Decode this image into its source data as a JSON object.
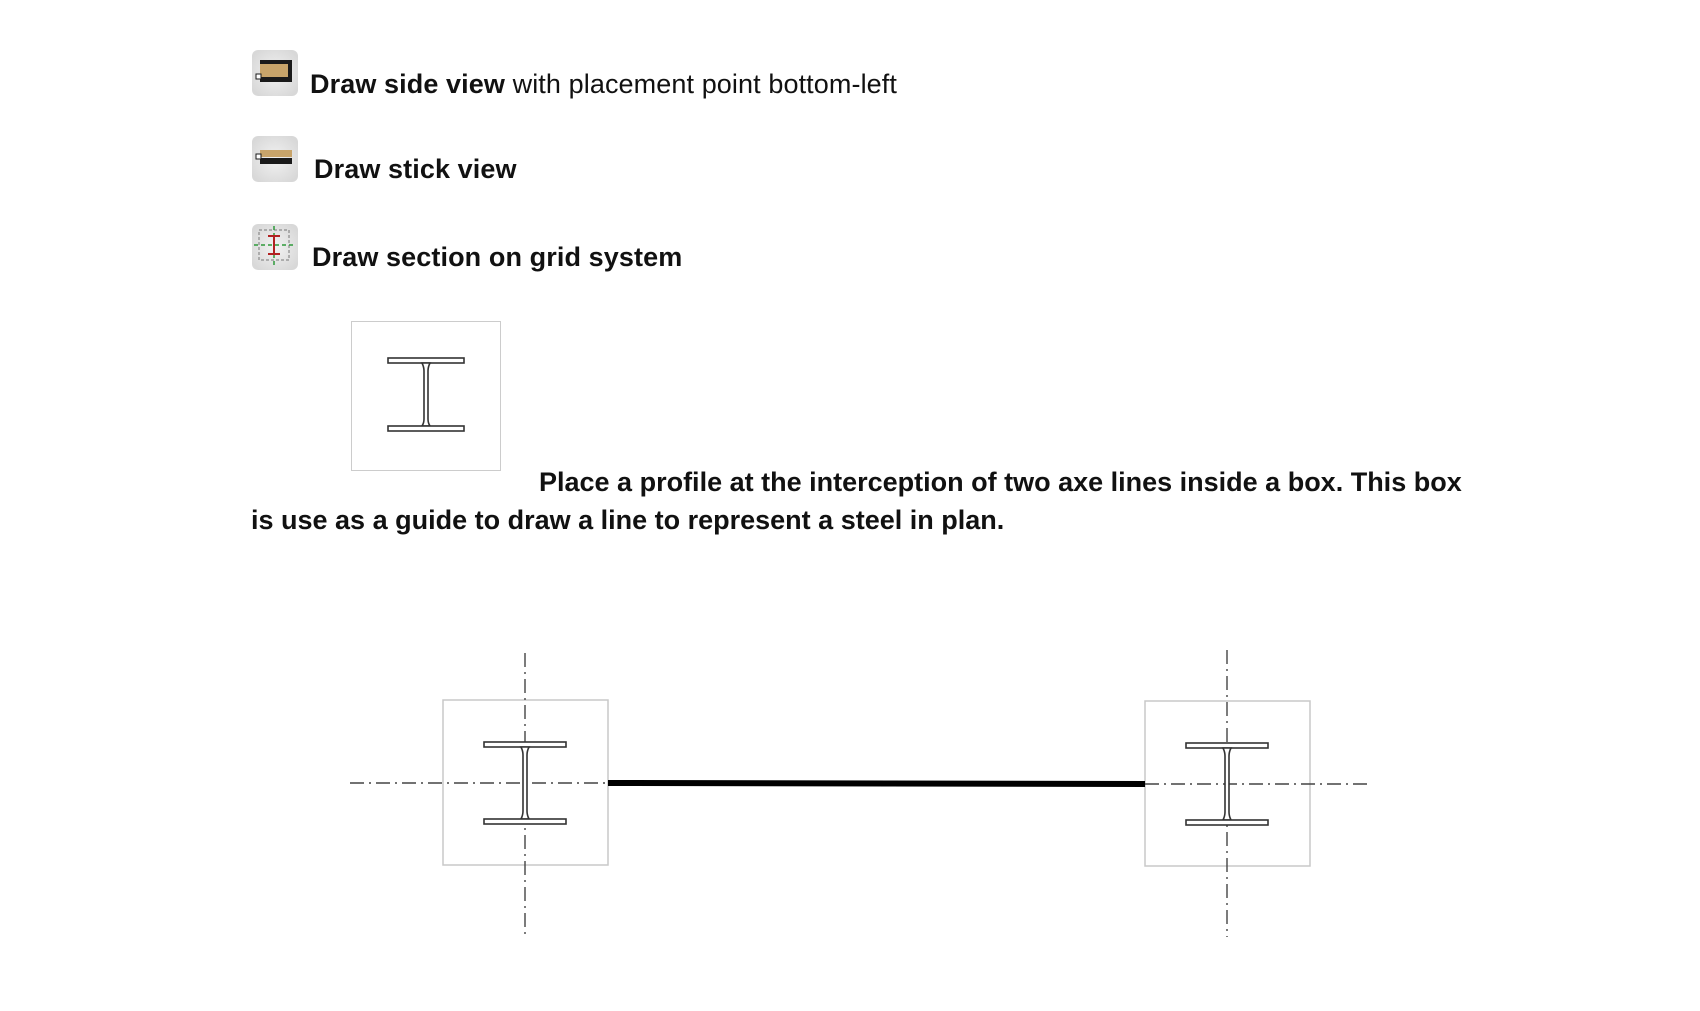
{
  "tools": [
    {
      "icon": "side-view-icon",
      "label_bold": "Draw side view",
      "label_rest": " with placement point bottom-left"
    },
    {
      "icon": "stick-view-icon",
      "label_bold": "Draw stick view",
      "label_rest": ""
    },
    {
      "icon": "section-grid-icon",
      "label_bold": "Draw section on grid system",
      "label_rest": ""
    }
  ],
  "description": "Place a profile at the interception of two axe lines inside a box. This box is use as a guide to draw a line to represent a steel in plan.",
  "colors": {
    "icon_tan": "#c8a46a",
    "icon_dark": "#1a1a1a",
    "icon_bg": "#e6e6e6",
    "grid_green": "#2e9a3a",
    "grid_red": "#b22222",
    "box_border": "#c8c8c8",
    "beam_line": "#000000"
  }
}
